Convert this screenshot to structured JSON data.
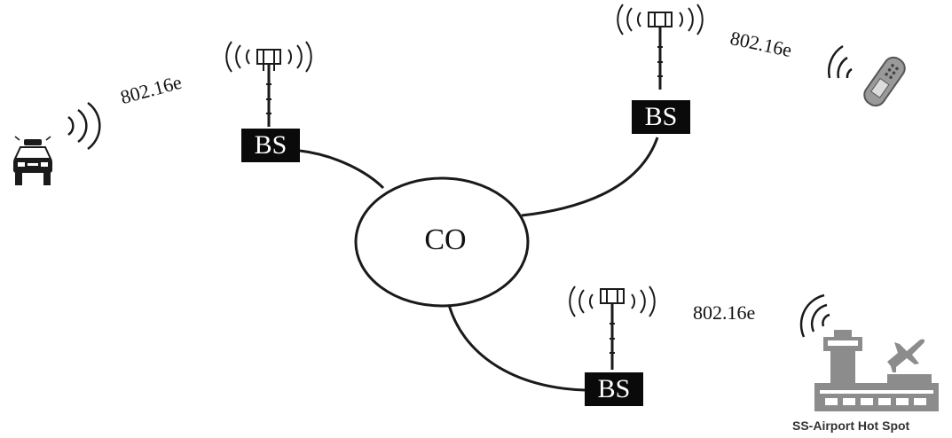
{
  "central_office": {
    "label": "CO"
  },
  "base_stations": [
    {
      "label": "BS"
    },
    {
      "label": "BS"
    },
    {
      "label": "BS"
    }
  ],
  "links": [
    {
      "label": "802.16e"
    },
    {
      "label": "802.16e"
    },
    {
      "label": "802.16e"
    }
  ],
  "airport": {
    "caption": "SS-Airport Hot Spot"
  },
  "icons": [
    "police-car-icon",
    "mobile-phone-icon",
    "airport-icon",
    "antenna-icon",
    "signal-waves-icon"
  ],
  "colors": {
    "ink": "#0a0a0a",
    "line": "#1a1a1a",
    "airport_grey": "#8c8c8c"
  }
}
